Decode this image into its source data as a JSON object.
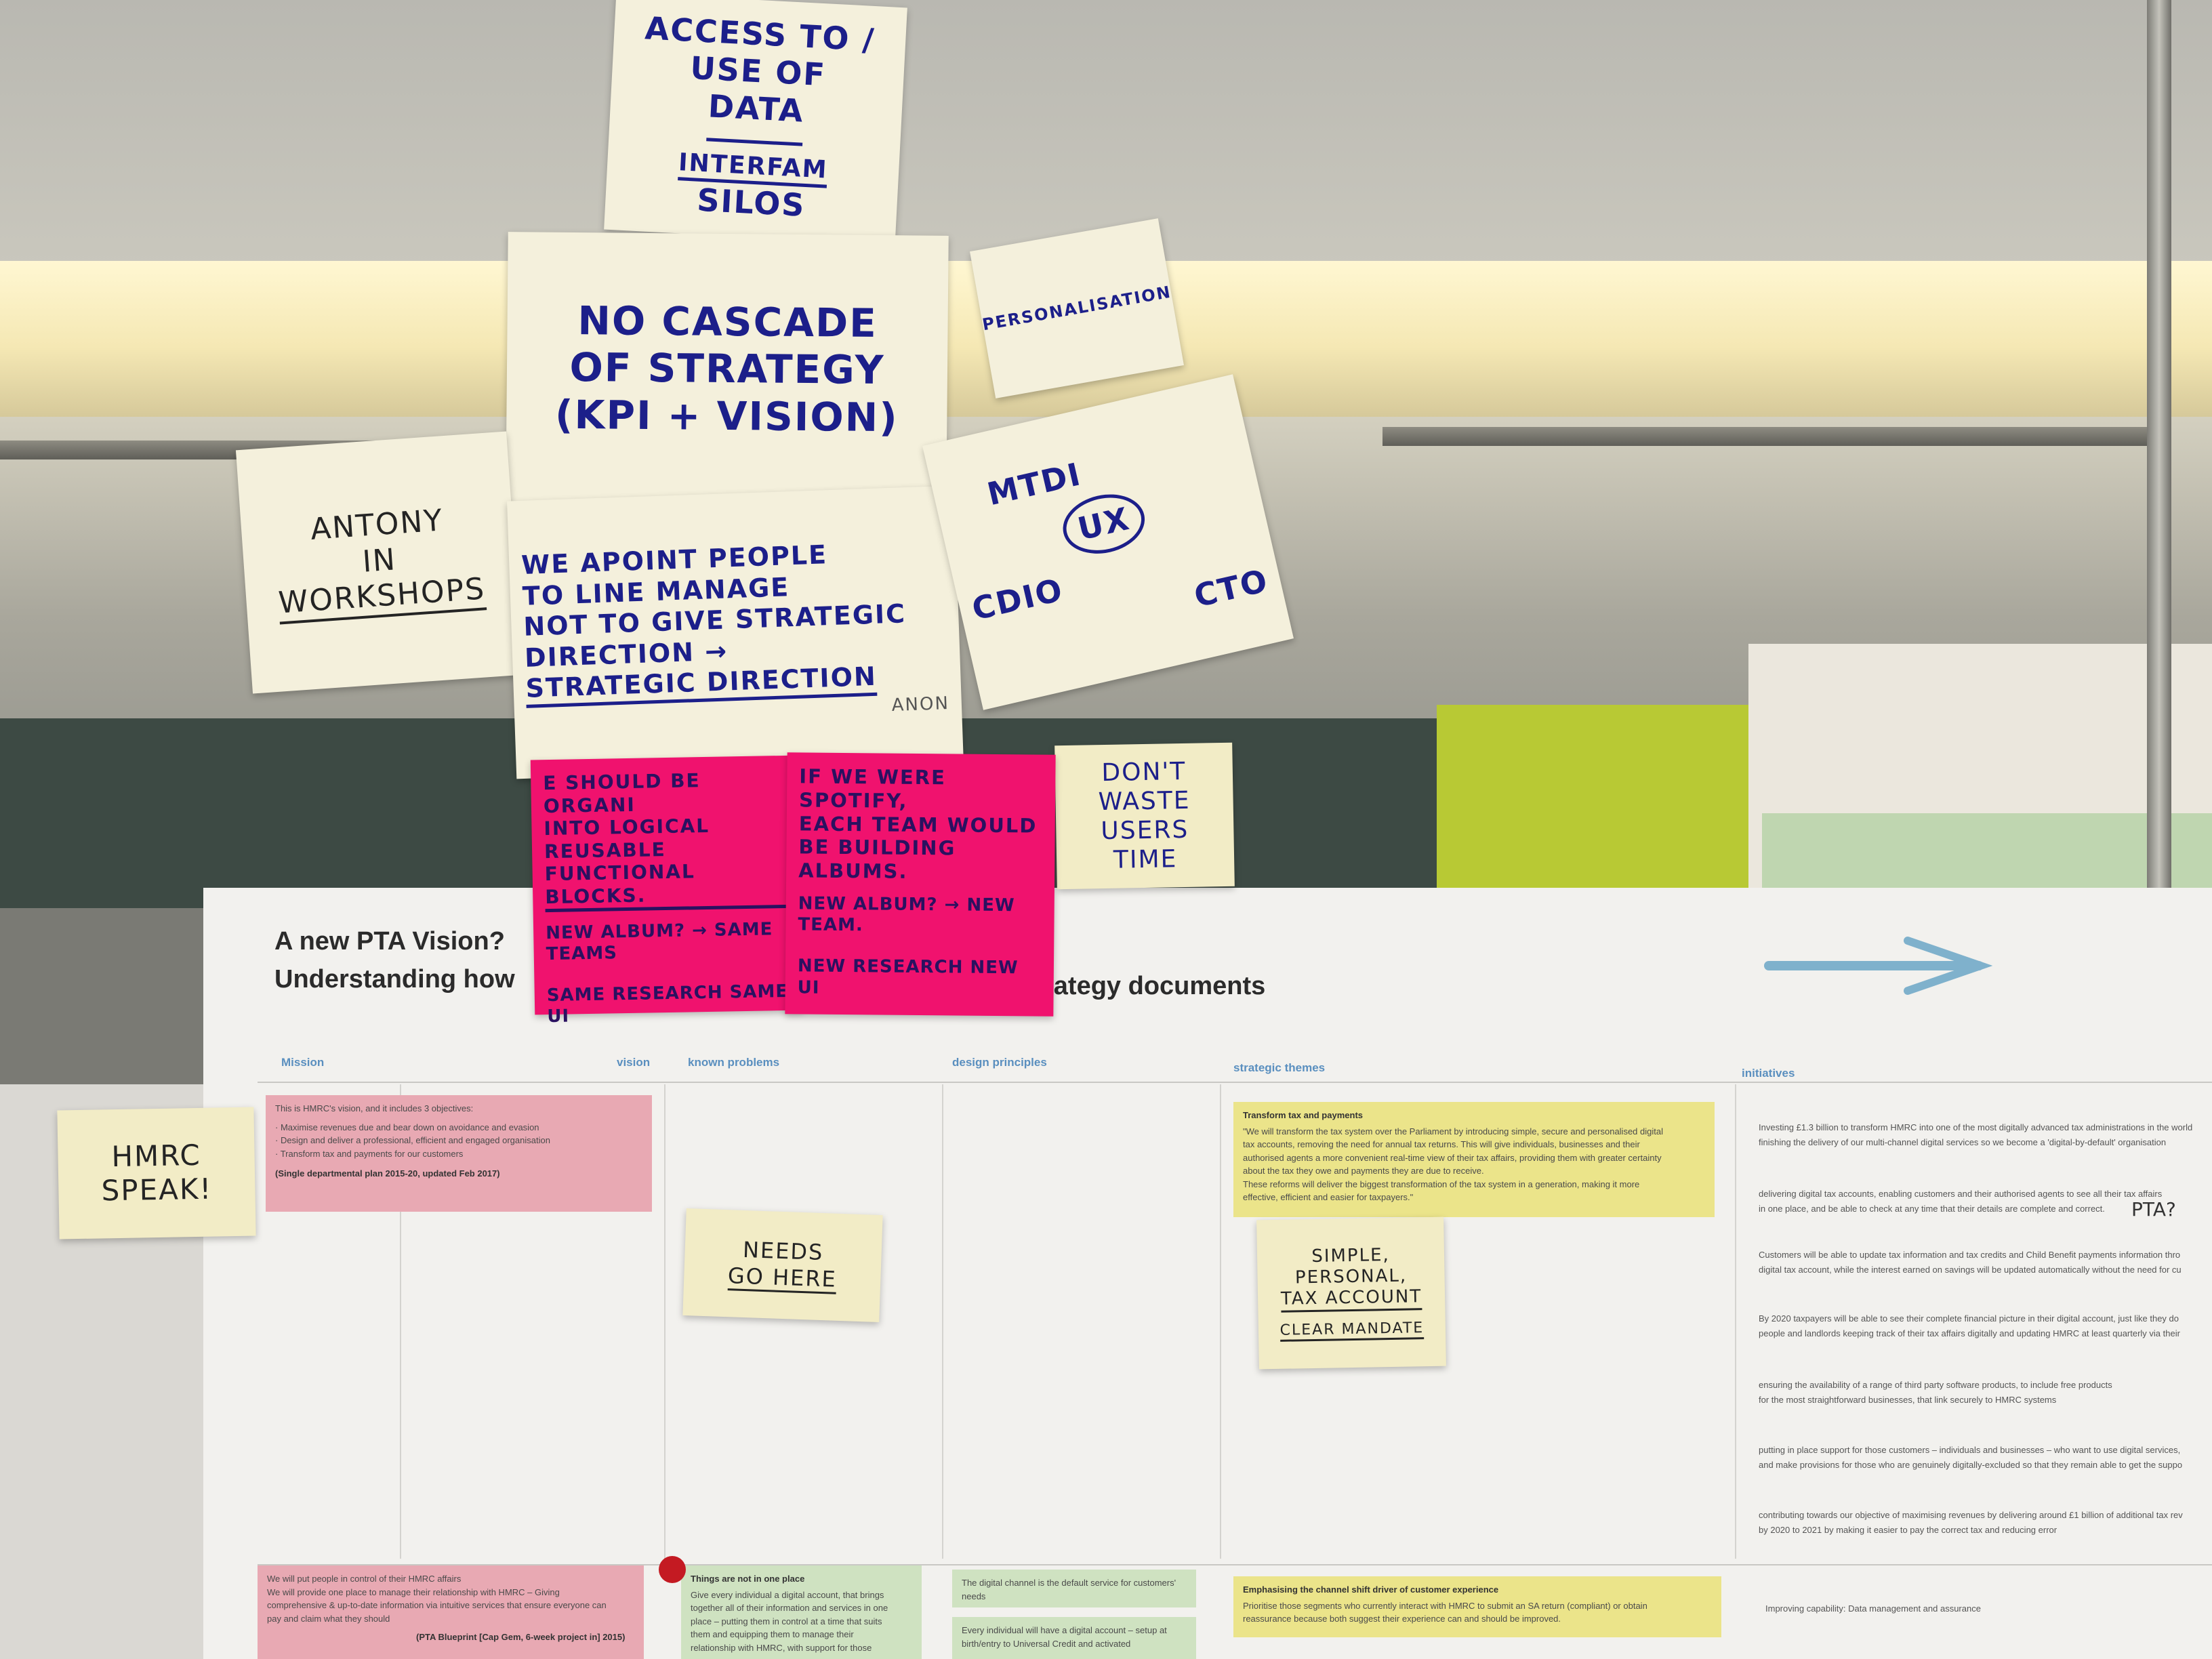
{
  "poster": {
    "title_line1": "A new PTA Vision?",
    "title_line2": "Understanding how",
    "title_line3": "rategy documents",
    "columns": [
      "Mission",
      "vision",
      "known problems",
      "design principles",
      "strategic themes",
      "initiatives"
    ],
    "mission_box": {
      "intro": "This is HMRC's vision, and it includes 3 objectives:",
      "items": [
        "· Maximise revenues due and bear down on avoidance and evasion",
        "· Design and deliver a professional, efficient and engaged organisation",
        "· Transform tax and payments for our customers"
      ],
      "source": "(Single departmental plan 2015-20, updated Feb 2017)"
    },
    "theme_box": {
      "title": "Transform tax and payments",
      "lines": [
        "\"We will transform the tax system over the Parliament by introducing simple, secure and personalised digital",
        "tax accounts, removing the need for annual tax returns. This will give individuals, businesses and their",
        "authorised agents a more convenient real-time view of their tax affairs, providing them with greater certainty",
        "about the tax they owe and payments they are due to receive.",
        "These reforms will deliver the biggest transformation of the tax system in a generation, making it more",
        "effective, efficient and easier for taxpayers.\""
      ]
    },
    "initiatives": [
      "Investing £1.3 billion to transform HMRC into one of the most digitally advanced tax administrations in the world",
      "finishing the delivery of our multi-channel digital services so we become a 'digital-by-default' organisation",
      "delivering digital tax accounts, enabling customers and their authorised agents to see all their tax affairs",
      "in one place, and be able to check at any time that their details are complete and correct.",
      "Customers will be able to update tax information and tax credits and Child Benefit payments information thro",
      "digital tax account, while the interest earned on savings will be updated automatically without the need for cu",
      "By 2020 taxpayers will be able to see their complete financial picture in their digital account, just like they do",
      "people and landlords keeping track of their tax affairs digitally and updating HMRC at least quarterly via their",
      "ensuring the availability of a range of third party software products, to include free products",
      "for the most straightforward businesses, that link securely to HMRC systems",
      "putting in place support for those customers – individuals and businesses – who want to use digital services,",
      "and make provisions for those who are genuinely digitally-excluded so that they remain able to get the suppo",
      "contributing towards our objective of maximising revenues by delivering around £1 billion of additional tax rev",
      "by 2020 to 2021 by making it easier to pay the correct tax and reducing error"
    ],
    "bottom_mission": {
      "lines": [
        "We will put people in control of their HMRC affairs",
        "We will provide one place to manage their relationship with HMRC – Giving",
        "comprehensive & up-to-date information via intuitive services that ensure everyone can",
        "pay and claim what they should"
      ],
      "source": "(PTA Blueprint [Cap Gem, 6-week project in] 2015)"
    },
    "bottom_problem": {
      "title": "Things are not in one place",
      "lines": [
        "Give every individual a digital account, that brings",
        "together all of their information and services in one",
        "place – putting them in control at a time that suits",
        "them and equipping them to manage their",
        "relationship with HMRC, with support for those"
      ]
    },
    "bottom_principles": [
      "The digital channel is the default service for customers' needs",
      "Every individual will have a digital account – setup at birth/entry to Universal Credit and activated"
    ],
    "bottom_theme": {
      "title": "Emphasising the channel shift driver of customer experience",
      "lines": [
        "Prioritise those segments who currently interact with HMRC to submit an SA return (compliant) or obtain",
        "reassurance because both suggest their experience can and should be improved."
      ]
    },
    "bottom_initiative": "Improving capability: Data management and assurance"
  },
  "notes": {
    "access": [
      "ACCESS TO /",
      "USE OF",
      "DATA"
    ],
    "silos": [
      "INTERFAM",
      "SILOS"
    ],
    "cascade": [
      "NO CASCADE",
      "OF STRATEGY",
      "(KPI + VISION)"
    ],
    "personalisation": "PERSONALISATION",
    "antony": [
      "ANTONY",
      "IN",
      "WORKSHOPS"
    ],
    "line_manage": [
      "WE APOINT PEOPLE",
      "TO LINE MANAGE",
      "NOT TO GIVE STRATEGIC",
      "DIRECTION →",
      "STRATEGIC DIRECTION"
    ],
    "anon": "ANON",
    "mtdi": [
      "MTDI",
      "UX",
      "CDIO",
      "CTO"
    ],
    "dont_waste": [
      "DON'T",
      "WASTE",
      "USERS",
      "TIME"
    ],
    "organised": [
      "E SHOULD BE ORGANI",
      "INTO LOGICAL REUSABLE",
      "FUNCTIONAL BLOCKS.",
      "NEW ALBUM? → SAME TEAMS",
      "SAME RESEARCH   SAME UI"
    ],
    "spotify": [
      "IF WE WERE SPOTIFY,",
      "EACH TEAM WOULD",
      "BE BUILDING ALBUMS.",
      "NEW ALBUM? → NEW TEAM.",
      "NEW RESEARCH   NEW UI"
    ],
    "hmrc_speak": [
      "HMRC",
      "SPEAK!"
    ],
    "needs_go_here": [
      "NEEDS",
      "GO HERE"
    ],
    "simple_personal": [
      "SIMPLE,",
      "PERSONAL,",
      "TAX ACCOUNT",
      "CLEAR MANDATE"
    ],
    "pta_question": "PTA?"
  },
  "colors": {
    "pink_note": "#f0126e",
    "cream_note": "#f4f0dc",
    "marker_ink": "#1c1f8a",
    "poster_header": "#5a8fbf"
  }
}
